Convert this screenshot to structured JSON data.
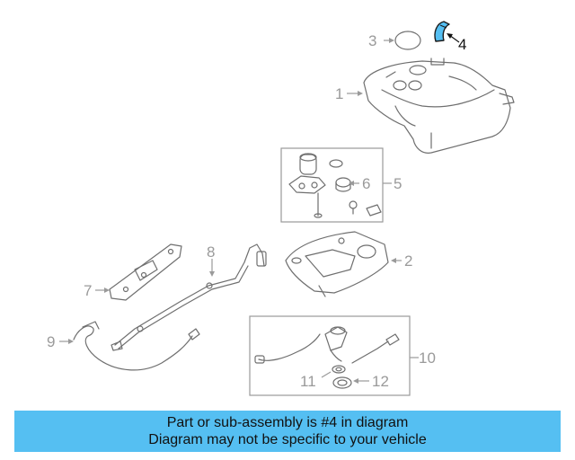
{
  "callouts": {
    "c1": "1",
    "c2": "2",
    "c3": "3",
    "c4": "4",
    "c5": "5",
    "c6": "6",
    "c7": "7",
    "c8": "8",
    "c9": "9",
    "c10": "10",
    "c11": "11",
    "c12": "12"
  },
  "highlighted_part": "4",
  "highlight_color": "#55bff2",
  "banner": {
    "line1": "Part or sub-assembly is #4 in diagram",
    "line2": "Diagram may not be specific to your vehicle",
    "background": "#55bff2"
  }
}
